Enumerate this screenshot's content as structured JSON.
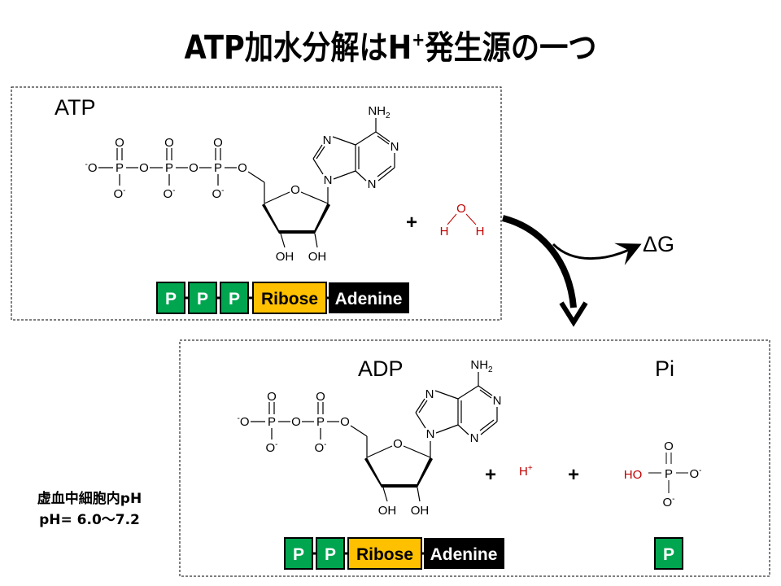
{
  "title": {
    "main": "ATP加水分解はH",
    "sup": "+",
    "rest": "発生源の一つ"
  },
  "atp_box": {
    "label": "ATP"
  },
  "adp_box": {
    "label": "ADP",
    "pi_label": "Pi"
  },
  "chem": {
    "O": "O",
    "P": "P",
    "N": "N",
    "OH": "OH",
    "HO": "HO",
    "H": "H",
    "NH": "NH",
    "sub2": "2",
    "minus": "-",
    "plus": "+"
  },
  "blocks": {
    "p": "P",
    "ribose": "Ribose",
    "adenine": "Adenine"
  },
  "reaction": {
    "delta_g": "ΔG",
    "h_plus": "H",
    "h_plus_sup": "+"
  },
  "note": {
    "line1": "虚血中細胞内pH",
    "line2": "pH= 6.0～7.2"
  },
  "colors": {
    "phosphate": "#00a550",
    "ribose": "#ffc000",
    "adenine": "#000000",
    "water": "#c00000"
  }
}
